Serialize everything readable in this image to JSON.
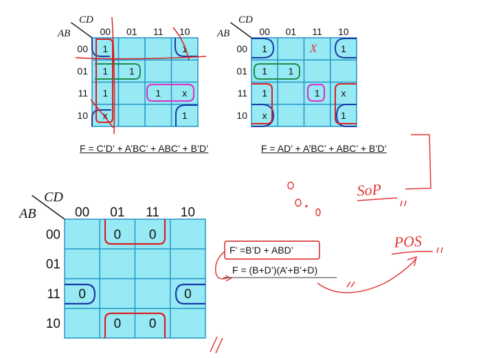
{
  "kmaps": [
    {
      "id": "kmap-1",
      "row_var": "AB",
      "col_var": "CD",
      "col_labels": [
        "00",
        "01",
        "11",
        "10"
      ],
      "row_labels": [
        "00",
        "01",
        "11",
        "10"
      ],
      "cells": [
        [
          "1",
          "",
          "",
          "1"
        ],
        [
          "1",
          "1",
          "",
          ""
        ],
        [
          "1",
          "",
          "1",
          "x"
        ],
        [
          "x",
          "",
          "",
          "1"
        ]
      ],
      "equation": "F = C’D’ + A’BC’ + ABC’ + B’D’"
    },
    {
      "id": "kmap-2",
      "row_var": "AB",
      "col_var": "CD",
      "col_labels": [
        "00",
        "01",
        "11",
        "10"
      ],
      "row_labels": [
        "00",
        "01",
        "11",
        "10"
      ],
      "cells": [
        [
          "1",
          "",
          "",
          "1"
        ],
        [
          "1",
          "1",
          "",
          ""
        ],
        [
          "1",
          "",
          "1",
          "x"
        ],
        [
          "x",
          "",
          "",
          "1"
        ]
      ],
      "equation": "F = AD’ + A’BC’ + ABC’ + B’D’"
    },
    {
      "id": "kmap-3",
      "row_var": "AB",
      "col_var": "CD",
      "col_labels": [
        "00",
        "01",
        "11",
        "10"
      ],
      "row_labels": [
        "00",
        "01",
        "11",
        "10"
      ],
      "cells": [
        [
          "",
          "0",
          "0",
          ""
        ],
        [
          "",
          "",
          "",
          ""
        ],
        [
          "0",
          "",
          "",
          "0"
        ],
        [
          "",
          "0",
          "0",
          ""
        ]
      ]
    }
  ],
  "complement_equation": "F’ =B’D + ABD’",
  "pos_equation": "F = (B+D’)(A’+B’+D)",
  "handwritten": {
    "crossed_cell": "X",
    "sop_label": "SoP",
    "pos_label": "POS",
    "ditto_marks": "//"
  },
  "colors": {
    "cell_fill": "#97e9f4",
    "grid": "#2196c8",
    "loop_blue": "#1a3aa8",
    "loop_red": "#d81f1f",
    "loop_green": "#1f8a4c",
    "loop_magenta": "#d82fc4",
    "ink_red": "#e23636"
  }
}
